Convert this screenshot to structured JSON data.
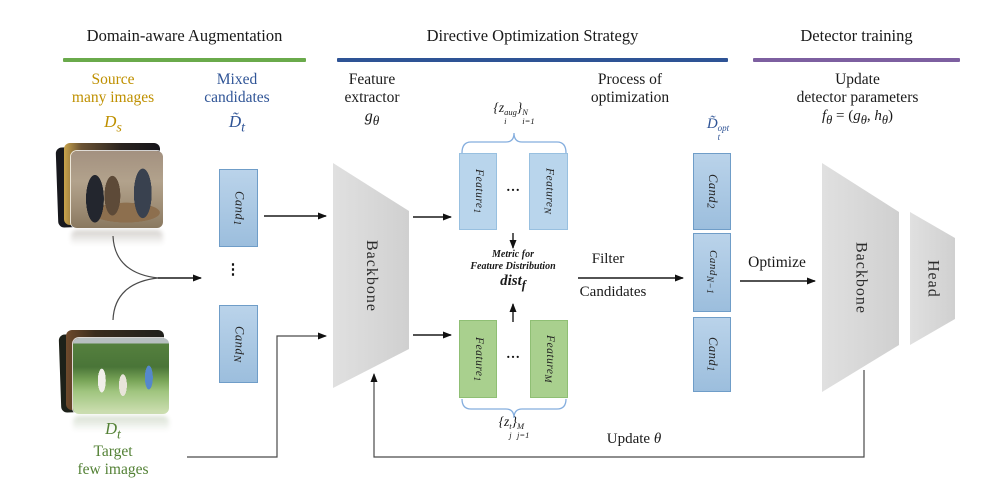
{
  "colors": {
    "section_underline_green": "#6aaa4b",
    "section_underline_blue": "#2e5395",
    "section_underline_purple": "#7d5fa0",
    "source_text": "#bf9000",
    "mixed_text": "#2f5496",
    "target_text": "#538135",
    "candidate_box_fill": "#aac8e4",
    "candidate_box_border": "#6f9dc8",
    "feature_box_blue": "#b9d5ec",
    "feature_box_green": "#a9d08e",
    "trapezoid_gray": "#dadada",
    "brace_blue": "#85aede"
  },
  "headers": {
    "domain_aug": "Domain-aware Augmentation",
    "dos": "Directive Optimization Strategy",
    "detector": "Detector training"
  },
  "left_col": {
    "source_line1": "Source",
    "source_line2": "many images",
    "source_sym_base": "D",
    "source_sym_sub": "s",
    "mixed_line1": "Mixed",
    "mixed_line2": "candidates",
    "mixed_sym_base": "D̃",
    "mixed_sym_sub": "t",
    "cand1_base": "Cand",
    "cand1_sub": "1",
    "candN_base": "Cand",
    "candN_sub": "N",
    "vdots": "⋮",
    "target_sym_base": "D",
    "target_sym_sub": "t",
    "target_line1": "Target",
    "target_line2": "few images"
  },
  "middle_col": {
    "fe_line1": "Feature",
    "fe_line2": "extractor",
    "fe_sym_base": "g",
    "fe_sym_sub": "θ",
    "backbone_label": "Backbone",
    "aug_open": "{",
    "aug_var": "z",
    "aug_var_sup": "aug",
    "aug_var_sub": "i",
    "aug_close": "}",
    "aug_bound_sup": "N",
    "aug_bound_sub": "i=1",
    "feat1_base": "Feature",
    "feat1_sub": "1",
    "featN_base": "Feature",
    "featN_sub": "N",
    "featM_base": "Feature",
    "featM_sub": "M",
    "hdots": "…",
    "metric_line1": "Metric for",
    "metric_line2": "Feature Distribution",
    "dist_base": "dist",
    "dist_sub": "f",
    "tgt_open": "{",
    "tgt_var": "z",
    "tgt_var_sup": "t",
    "tgt_var_sub": "j",
    "tgt_close": "}",
    "tgt_bound_sup": "M",
    "tgt_bound_sub": "j=1",
    "process_line1": "Process of",
    "process_line2": "optimization",
    "filter_line1": "Filter",
    "filter_line2": "Candidates",
    "opt_sym_base": "D̃",
    "opt_sym_sup": "opt",
    "opt_sym_sub": "t",
    "cand2_base": "Cand",
    "cand2_sub": "2",
    "candN1_base": "Cand",
    "candN1_sub": "N−1",
    "cand1b_base": "Cand",
    "cand1b_sub": "1",
    "optimize": "Optimize",
    "update_word": "Update ",
    "update_sym": "θ"
  },
  "right_col": {
    "up_line1": "Update",
    "up_line2": "detector parameters",
    "f_base": "f",
    "f_sub": "θ",
    "f_eq": " = (",
    "g_base": "g",
    "g_sub": "θ",
    "f_comma": ", ",
    "h_base": "h",
    "h_sub": "θ",
    "f_close": ")",
    "backbone_label": "Backbone",
    "head_label": "Head"
  }
}
